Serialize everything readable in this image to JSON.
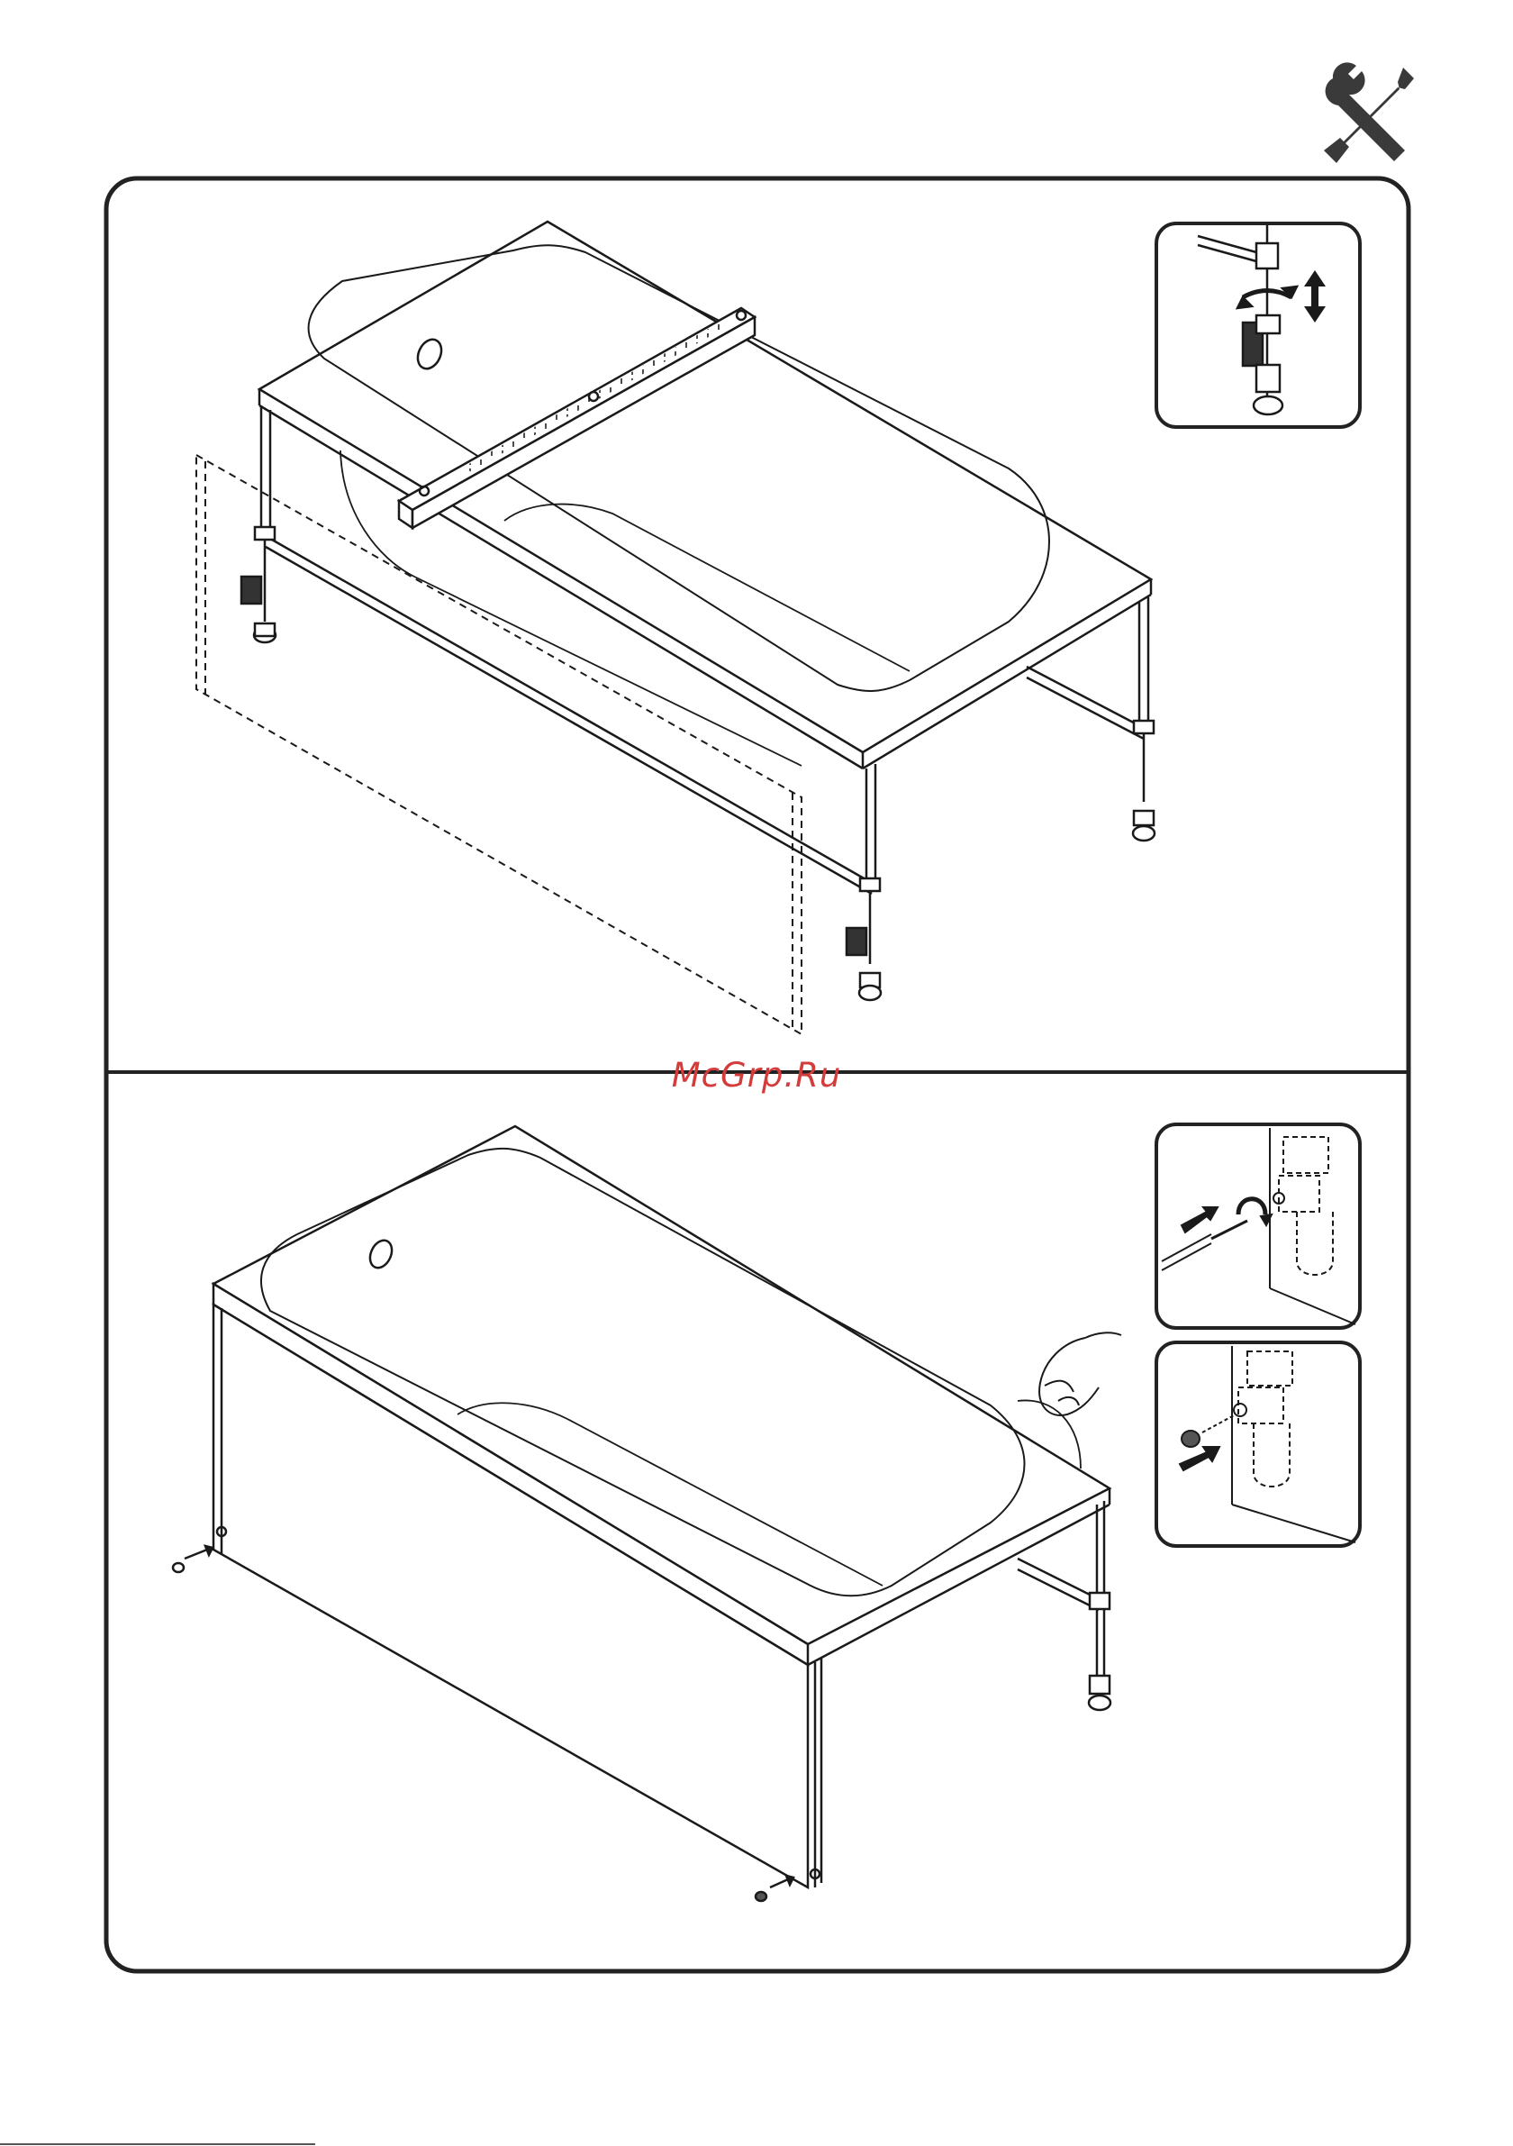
{
  "page": {
    "watermark": "McGrp.Ru",
    "tool_icon": "wrench-screwdriver-icon"
  },
  "steps": [
    {
      "id": "level-frame",
      "illustration": "bathtub-on-frame-with-spirit-level",
      "detail": {
        "icon": "foot-height-adjust-icon",
        "arrows": [
          "rotate",
          "up-down"
        ]
      }
    },
    {
      "id": "attach-panel",
      "illustration": "bathtub-with-front-panel-hand-peeling-film",
      "details": [
        {
          "icon": "screwdriver-fasten-icon",
          "arrows": [
            "insert",
            "rotate"
          ]
        },
        {
          "icon": "cap-press-icon",
          "arrows": [
            "insert"
          ]
        }
      ]
    }
  ],
  "colors": {
    "ink": "#1a1a1a",
    "frame": "#222222",
    "icon_grey": "#3a3a3a",
    "watermark": "#d43c3c"
  }
}
